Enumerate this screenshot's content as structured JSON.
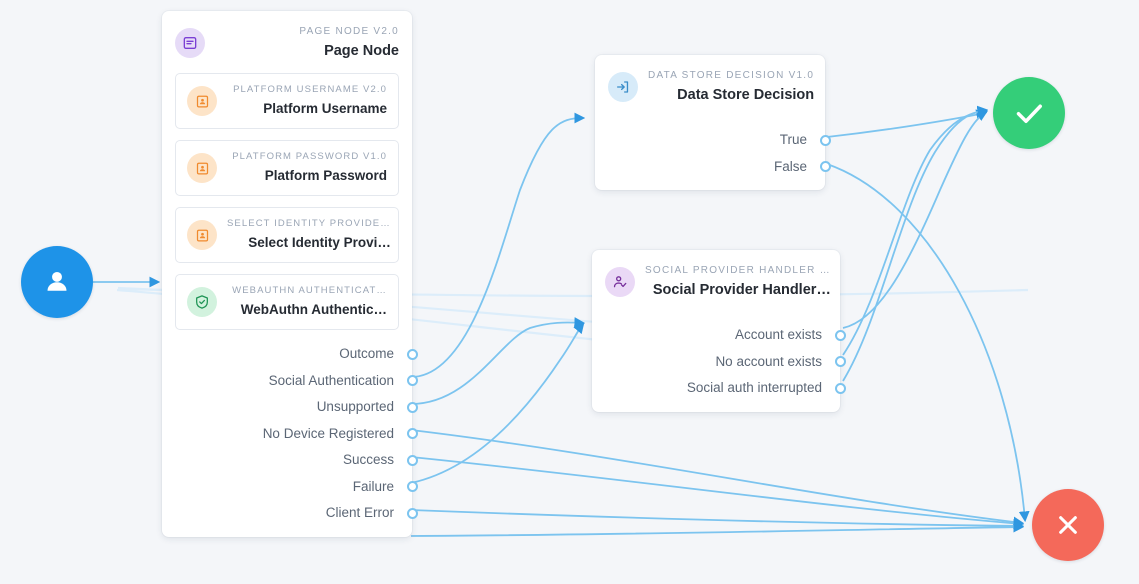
{
  "canvas": {
    "background": "#f4f6f9",
    "edge_color": "#7cc4ef",
    "edge_color_faded": "#d8ecf9"
  },
  "terminals": {
    "start": {
      "name": "Start",
      "icon": "user-icon",
      "color": "#1e93e8"
    },
    "success": {
      "name": "Success",
      "icon": "check-icon",
      "color": "#34ce79"
    },
    "failure": {
      "name": "Failure",
      "icon": "close-icon",
      "color": "#f4695a"
    }
  },
  "page_node": {
    "kicker": "PAGE NODE V2.0",
    "title": "Page Node",
    "icon": "page-icon",
    "icon_color": "#7b3fd4",
    "badge_color": "#e6dbf7",
    "children": [
      {
        "kicker": "PLATFORM USERNAME V2.0",
        "title": "Platform Username",
        "icon": "id-card-icon",
        "icon_color": "#f08a2e",
        "badge_color": "#fde4c8"
      },
      {
        "kicker": "PLATFORM PASSWORD V1.0",
        "title": "Platform Password",
        "icon": "id-card-icon",
        "icon_color": "#f08a2e",
        "badge_color": "#fde4c8"
      },
      {
        "kicker": "SELECT IDENTITY PROVIDE…",
        "title": "Select Identity Provi…",
        "icon": "id-card-icon",
        "icon_color": "#f08a2e",
        "badge_color": "#fde4c8"
      },
      {
        "kicker": "WEBAUTHN AUTHENTICAT…",
        "title": "WebAuthn Authentic…",
        "icon": "shield-check-icon",
        "icon_color": "#1f9455",
        "badge_color": "#d2f2de"
      }
    ],
    "outputs": [
      "Outcome",
      "Social Authentication",
      "Unsupported",
      "No Device Registered",
      "Success",
      "Failure",
      "Client Error"
    ]
  },
  "datastore_node": {
    "kicker": "DATA STORE DECISION V1.0",
    "title": "Data Store Decision",
    "icon": "login-arrow-icon",
    "icon_color": "#3a8dc9",
    "badge_color": "#d7ebf9",
    "outputs": [
      "True",
      "False"
    ]
  },
  "social_node": {
    "kicker": "SOCIAL PROVIDER HANDLER …",
    "title": "Social Provider Handler…",
    "icon": "user-check-icon",
    "icon_color": "#77309c",
    "badge_color": "#ead9f6",
    "outputs": [
      "Account exists",
      "No account exists",
      "Social auth interrupted"
    ]
  }
}
